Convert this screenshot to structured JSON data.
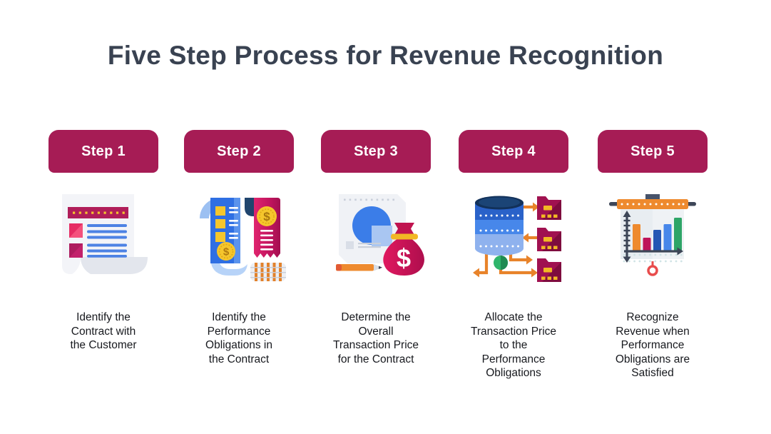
{
  "title": "Five Step Process for Revenue Recognition",
  "steps": [
    {
      "badge": "Step 1",
      "caption": "Identify the\nContract with\nthe Customer"
    },
    {
      "badge": "Step 2",
      "caption": "Identify the\nPerformance\nObligations in\nthe Contract"
    },
    {
      "badge": "Step 3",
      "caption": "Determine the\nOverall\nTransaction Price\nfor the Contract"
    },
    {
      "badge": "Step 4",
      "caption": "Allocate the\nTransaction Price\nto the\nPerformance\nObligations"
    },
    {
      "badge": "Step 5",
      "caption": "Recognize\nRevenue when\nPerformance\nObligations are\nSatisfied"
    }
  ],
  "colors": {
    "background": "#FFFFFF",
    "badge_bg": "#A61C55",
    "badge_text": "#FFFFFF",
    "title_text": "#394251",
    "caption_text": "#17191E",
    "accent_crimson": "#B01D59",
    "accent_blue": "#4787EA",
    "accent_orange": "#EE8A2E",
    "accent_yellow": "#F5C62C",
    "accent_green": "#2EA567"
  }
}
